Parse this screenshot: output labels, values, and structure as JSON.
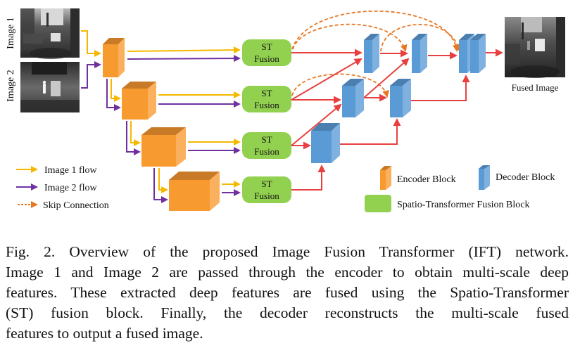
{
  "figure": {
    "inputs": [
      {
        "label": "Image 1",
        "description": "visible-light grayscale photo of building courtyard"
      },
      {
        "label": "Image 2",
        "description": "infrared photo with person silhouette"
      }
    ],
    "output": {
      "label": "Fused Image"
    },
    "fusion_blocks": [
      {
        "line1": "ST",
        "line2": "Fusion"
      },
      {
        "line1": "ST",
        "line2": "Fusion"
      },
      {
        "line1": "ST",
        "line2": "Fusion"
      },
      {
        "line1": "ST",
        "line2": "Fusion"
      }
    ],
    "legend_flows": [
      {
        "label": "Image 1 flow",
        "color": "#f5b800",
        "style": "solid"
      },
      {
        "label": "Image 2 flow",
        "color": "#7030a0",
        "style": "solid"
      },
      {
        "label": "Skip Connection",
        "color": "#e87722",
        "style": "dashed"
      }
    ],
    "legend_blocks": [
      {
        "label": "Encoder Block",
        "color": "#f79a30"
      },
      {
        "label": "Decoder Block",
        "color": "#5b9bd5"
      },
      {
        "label": "Spatio-Transformer Fusion Block",
        "color": "#92d050"
      }
    ],
    "colors": {
      "image1_flow": "#f5b800",
      "image2_flow": "#7030a0",
      "skip": "#e87722",
      "decoder_flow": "#e84040",
      "encoder": "#f79a30",
      "decoder": "#5b9bd5",
      "fusion": "#92d050"
    }
  },
  "caption": {
    "lines": [
      "Fig. 2.  Overview of the proposed Image Fusion Transformer (IFT) network.",
      "Image 1 and Image 2 are passed through the encoder to obtain multi-scale deep",
      "features. These extracted deep features are fused using the Spatio-Transformer",
      "(ST) fusion block. Finally, the decoder reconstructs the multi-scale fused",
      "features to output a fused image."
    ]
  }
}
